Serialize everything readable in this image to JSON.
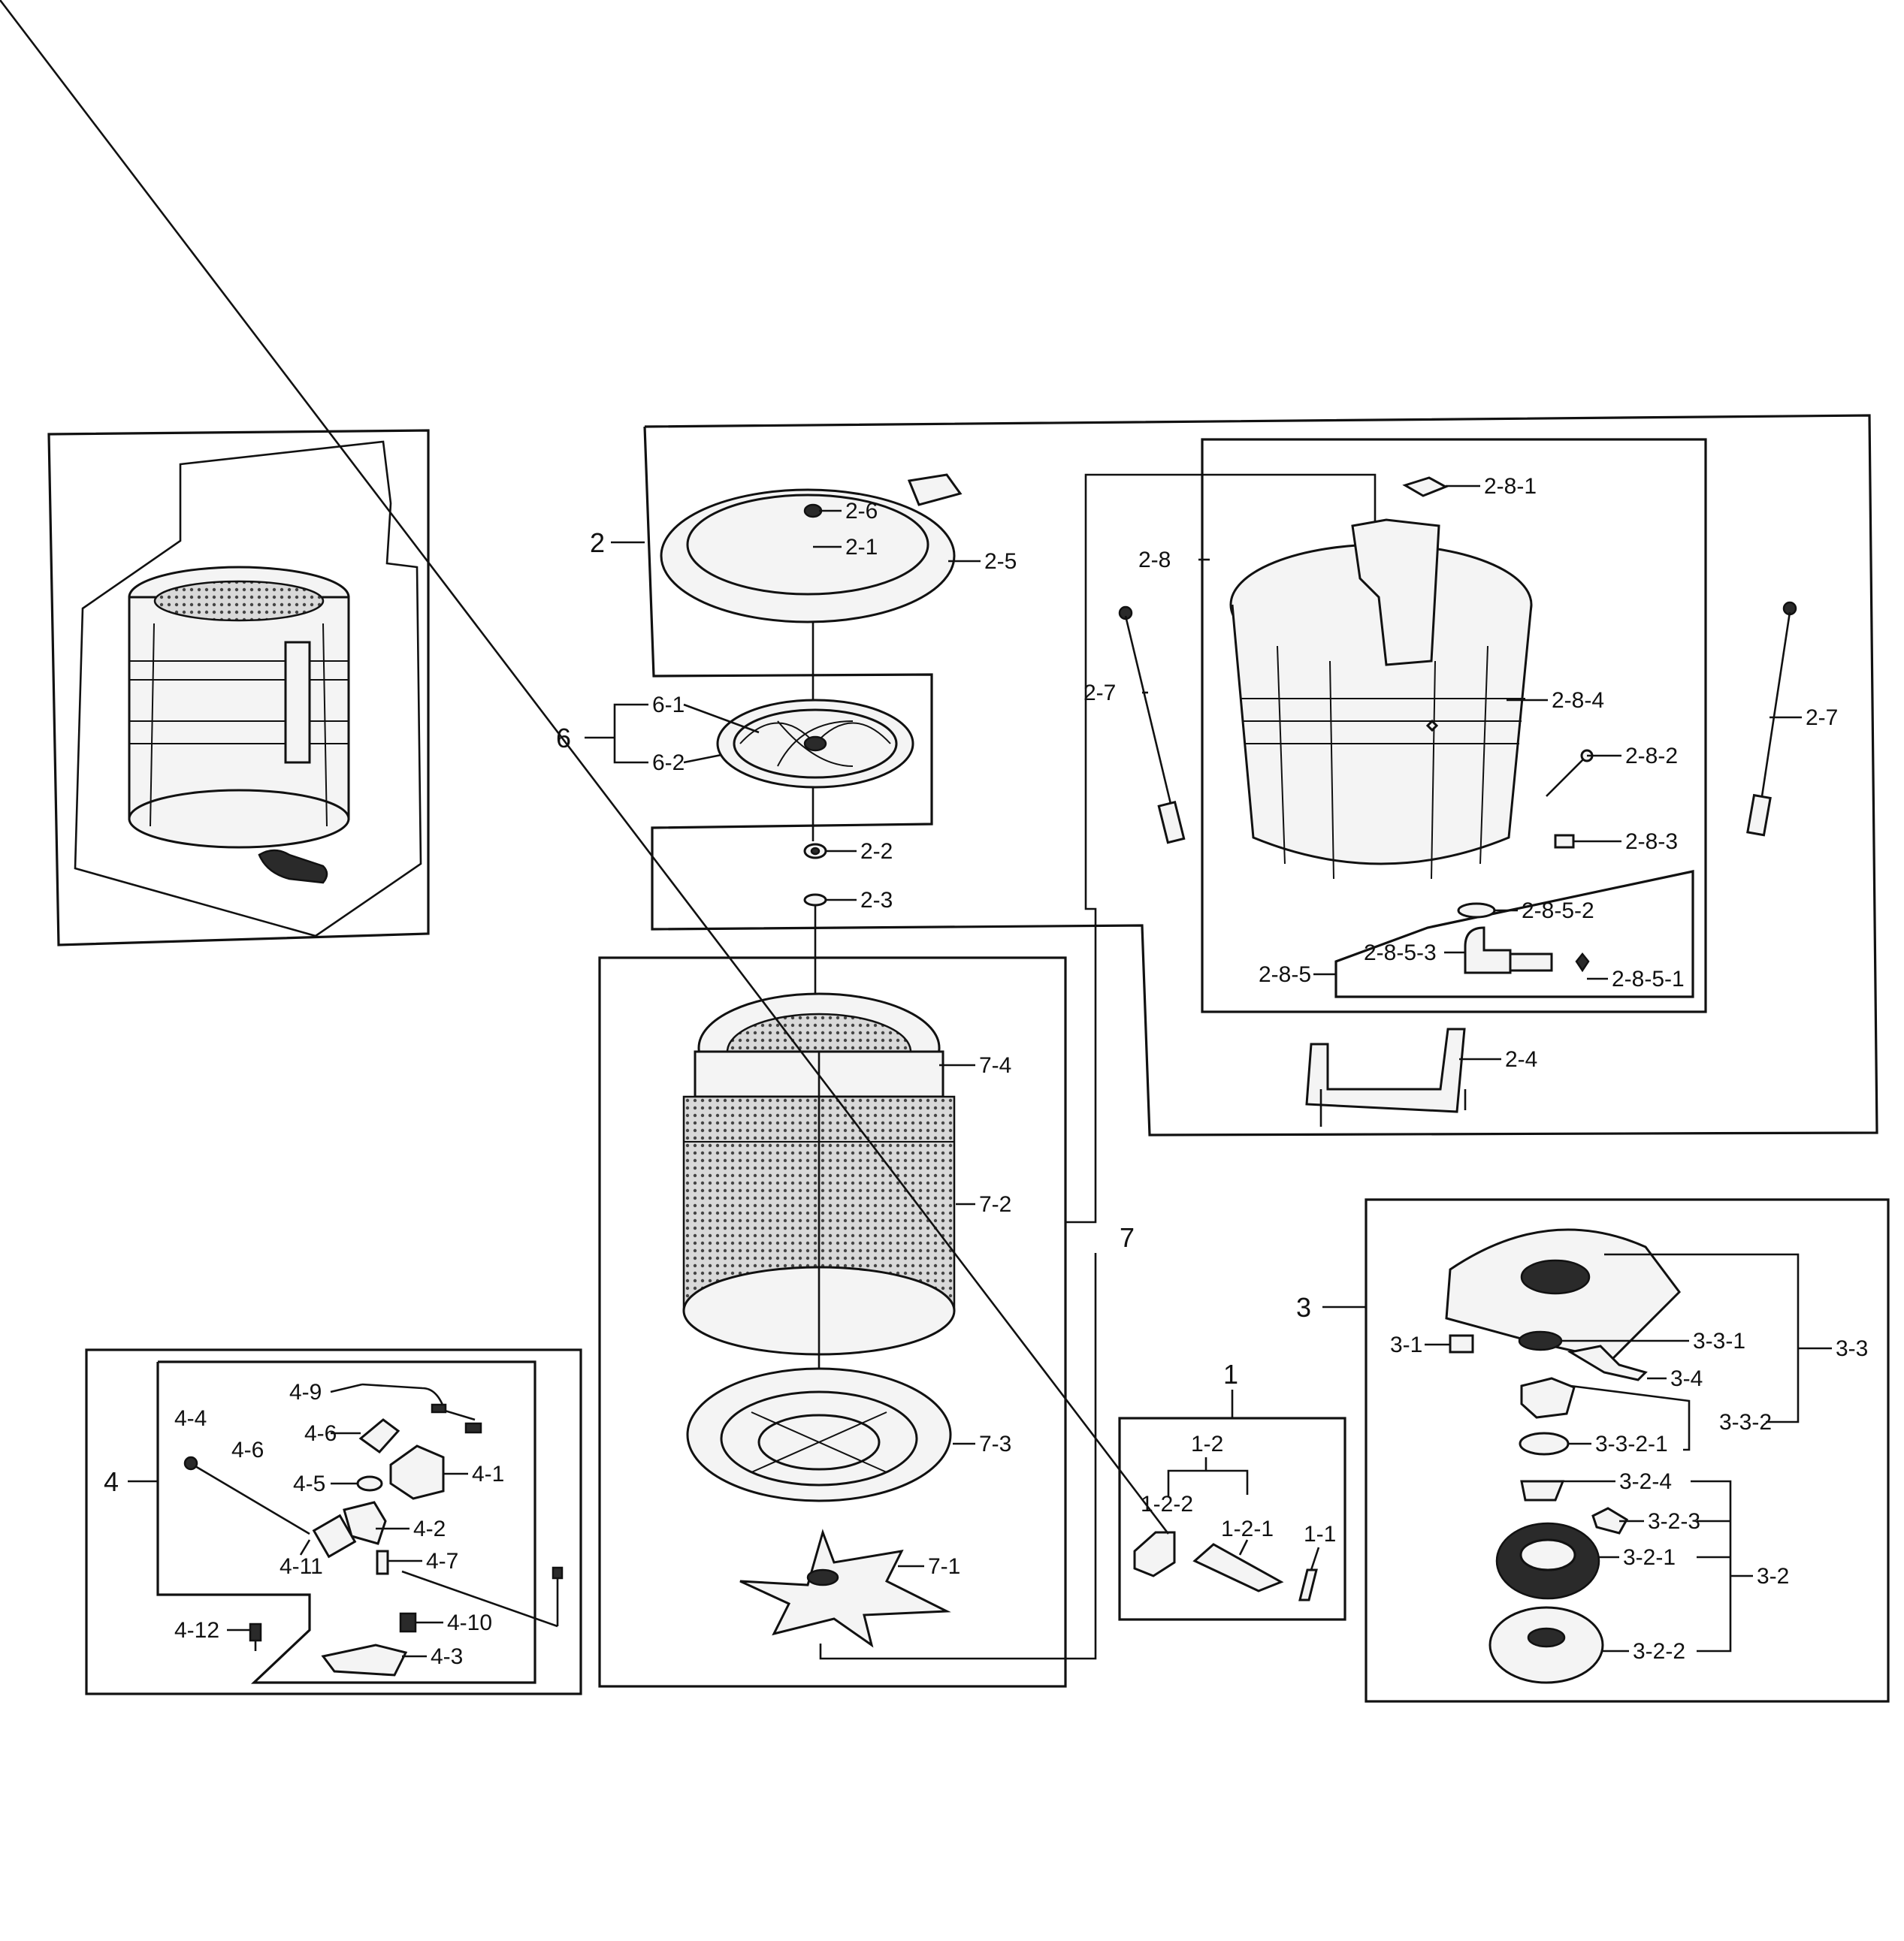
{
  "diagram": {
    "labels": {
      "g1": "1",
      "p1_1": "1-1",
      "p1_2": "1-2",
      "p1_2_1": "1-2-1",
      "p1_2_2": "1-2-2",
      "g2": "2",
      "p2_1": "2-1",
      "p2_2": "2-2",
      "p2_3": "2-3",
      "p2_4": "2-4",
      "p2_5": "2-5",
      "p2_6": "2-6",
      "p2_7a": "2-7",
      "p2_7b": "2-7",
      "p2_8": "2-8",
      "p2_8_1": "2-8-1",
      "p2_8_2": "2-8-2",
      "p2_8_3": "2-8-3",
      "p2_8_4": "2-8-4",
      "p2_8_5": "2-8-5",
      "p2_8_5_1": "2-8-5-1",
      "p2_8_5_2": "2-8-5-2",
      "p2_8_5_3": "2-8-5-3",
      "g3": "3",
      "p3_1": "3-1",
      "p3_2": "3-2",
      "p3_2_1": "3-2-1",
      "p3_2_2": "3-2-2",
      "p3_2_3": "3-2-3",
      "p3_2_4": "3-2-4",
      "p3_3": "3-3",
      "p3_3_1": "3-3-1",
      "p3_3_2": "3-3-2",
      "p3_3_2_1": "3-3-2-1",
      "p3_4": "3-4",
      "g4": "4",
      "p4_1": "4-1",
      "p4_2": "4-2",
      "p4_3": "4-3",
      "p4_4": "4-4",
      "p4_5": "4-5",
      "p4_6a": "4-6",
      "p4_6b": "4-6",
      "p4_7": "4-7",
      "p4_9": "4-9",
      "p4_10": "4-10",
      "p4_11": "4-11",
      "p4_12": "4-12",
      "g6": "6",
      "p6_1": "6-1",
      "p6_2": "6-2",
      "g7": "7",
      "p7_1": "7-1",
      "p7_2": "7-2",
      "p7_3": "7-3",
      "p7_4": "7-4"
    }
  }
}
